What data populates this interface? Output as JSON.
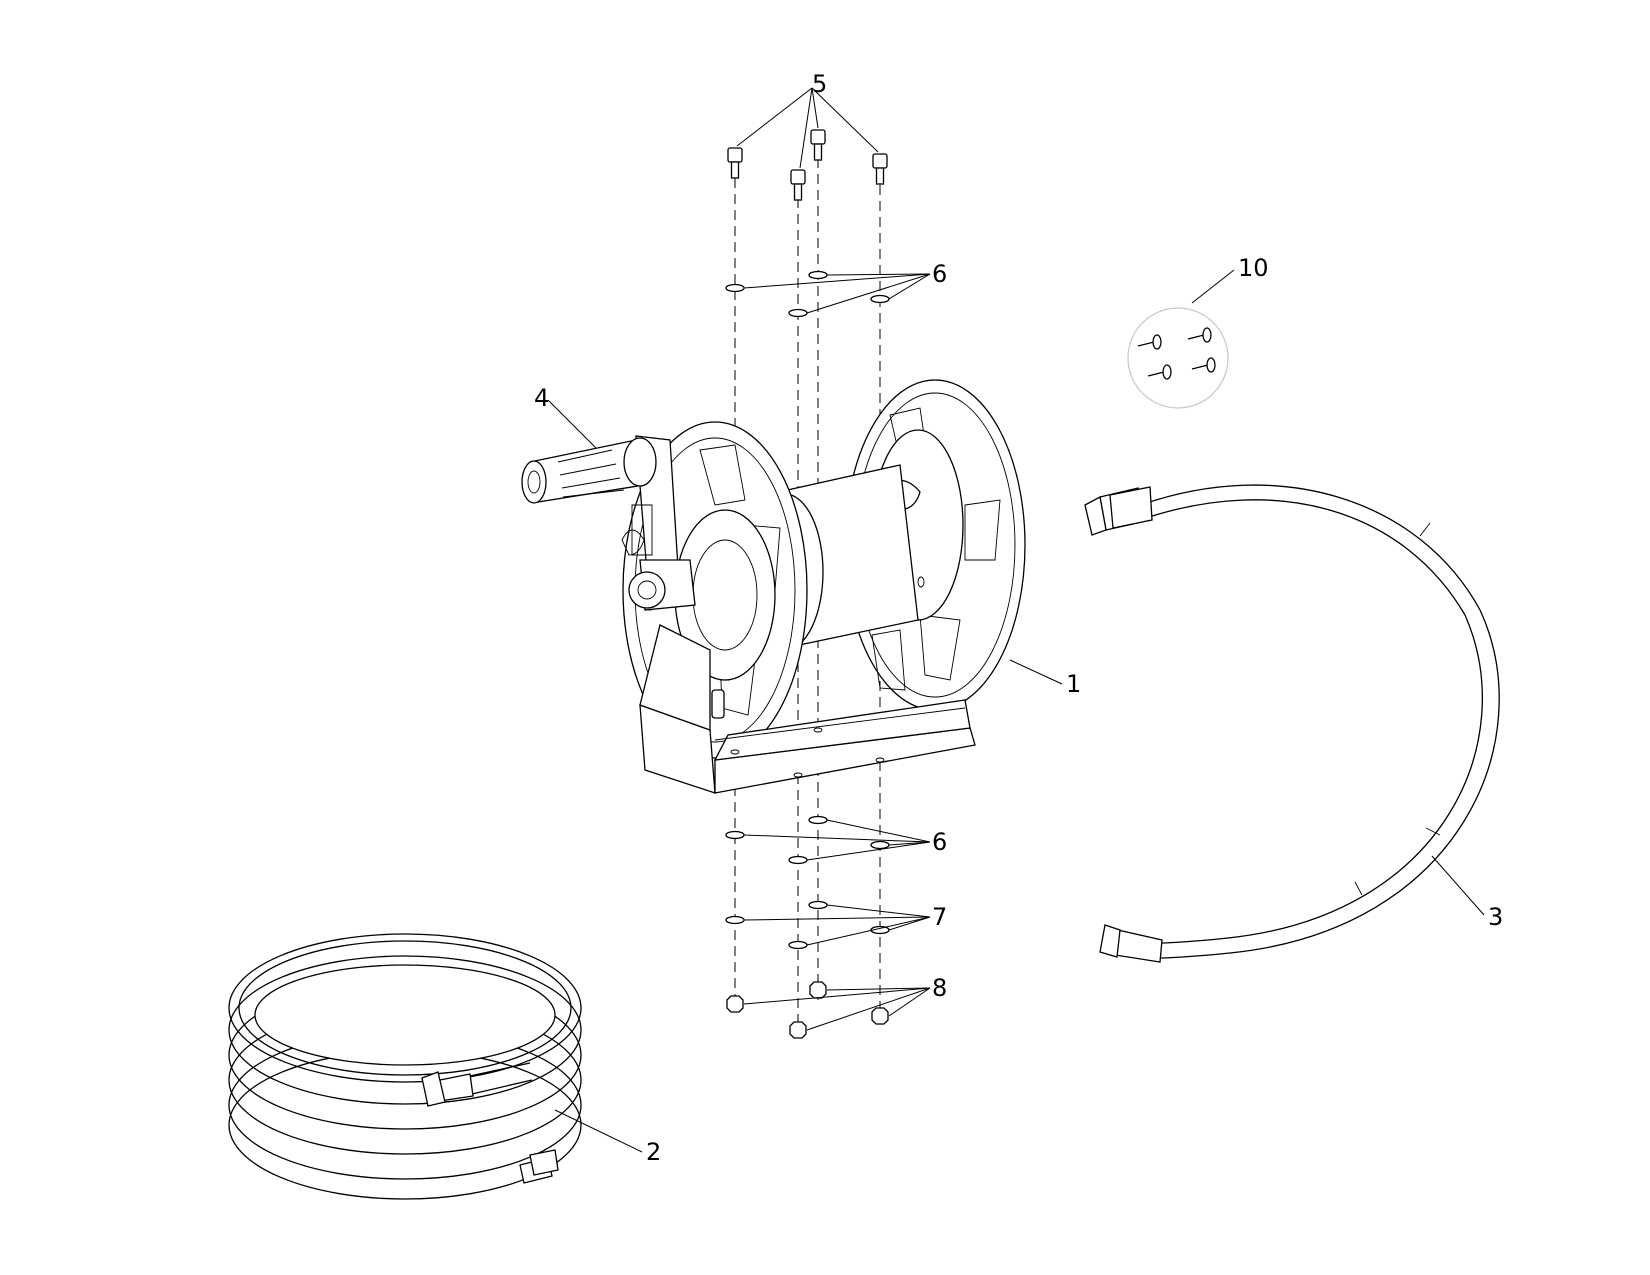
{
  "callouts": {
    "c1": "1",
    "c2": "2",
    "c3": "3",
    "c4": "4",
    "c5": "5",
    "c6a": "6",
    "c6b": "6",
    "c7": "7",
    "c8": "8",
    "c10": "10"
  }
}
